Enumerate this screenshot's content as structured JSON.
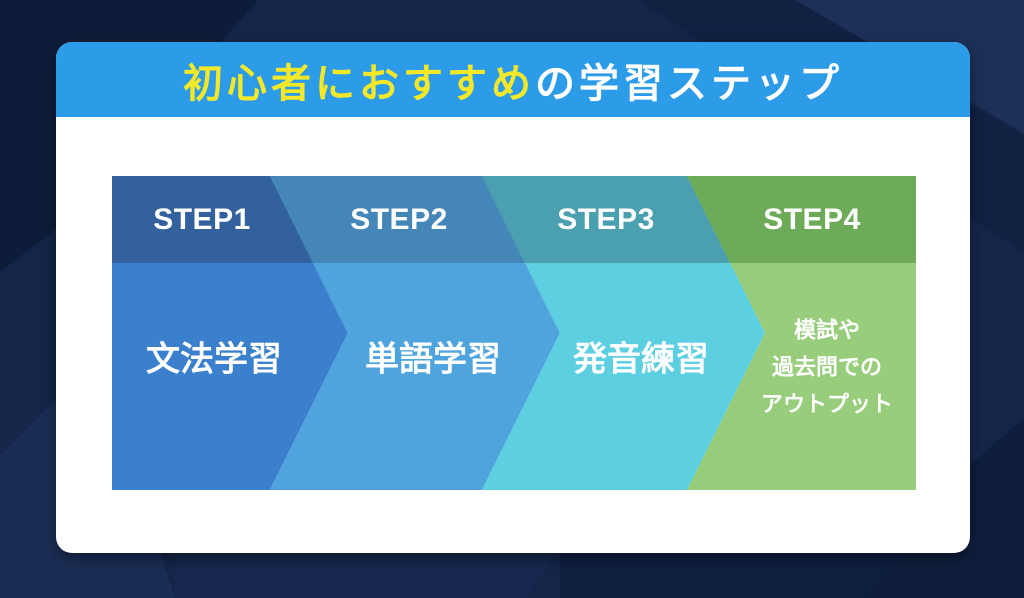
{
  "title": {
    "highlight": "初心者におすすめ",
    "rest": "の学習ステップ"
  },
  "banner": {
    "background_color": "#2d9ce8",
    "highlight_text_color": "#f5e829",
    "rest_text_color": "#ffffff"
  },
  "steps": [
    {
      "label": "STEP1",
      "task": "文法学習",
      "header_color": "#33619d",
      "body_color": "#3b80cd"
    },
    {
      "label": "STEP2",
      "task": "単語学習",
      "header_color": "#4486b8",
      "body_color": "#4fa4de"
    },
    {
      "label": "STEP3",
      "task": "発音練習",
      "header_color": "#4aa0ae",
      "body_color": "#5ccfe1"
    },
    {
      "label": "STEP4",
      "task_lines": [
        "模試や",
        "過去問での",
        "アウトプット"
      ],
      "header_color": "#6dab58",
      "body_color": "#98cd7c"
    }
  ]
}
